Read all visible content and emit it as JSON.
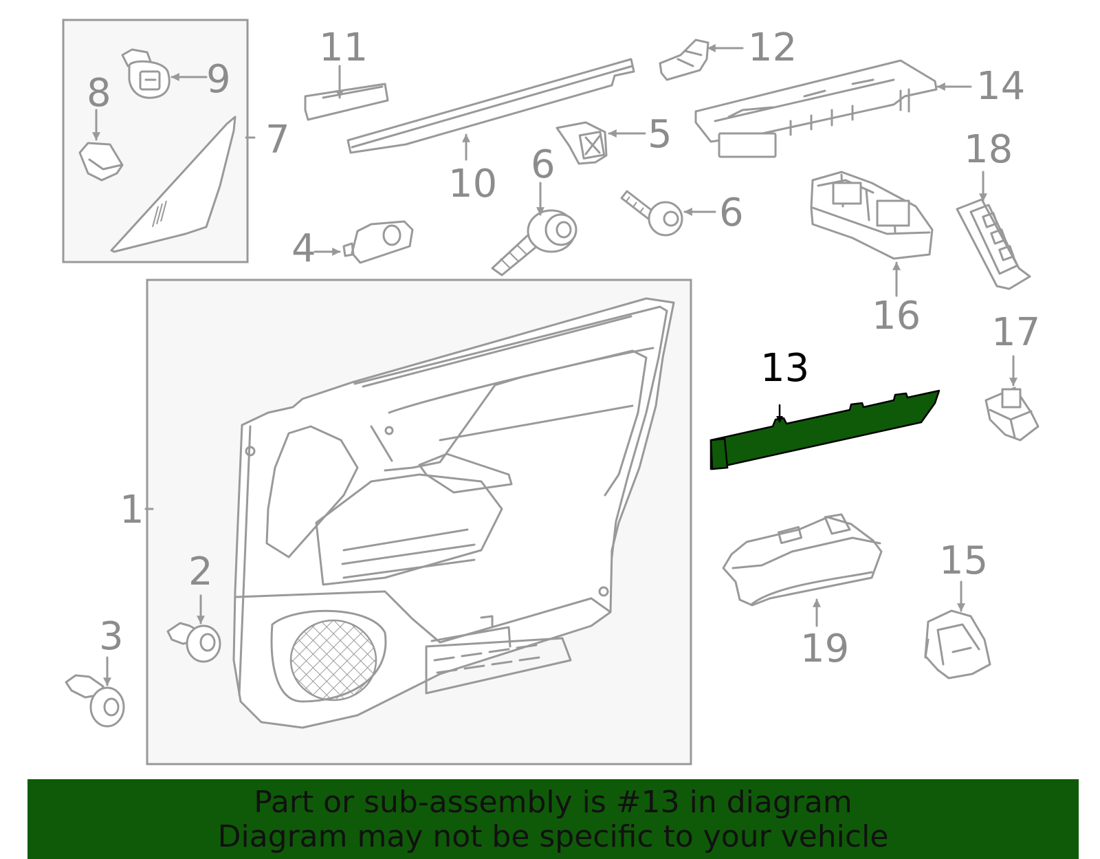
{
  "labels": {
    "c1": "1",
    "c2": "2",
    "c3": "3",
    "c4": "4",
    "c5": "5",
    "c6a": "6",
    "c6b": "6",
    "c7": "7",
    "c8": "8",
    "c9": "9",
    "c10": "10",
    "c11": "11",
    "c12": "12",
    "c13": "13",
    "c14": "14",
    "c15": "15",
    "c16": "16",
    "c17": "17",
    "c18": "18",
    "c19": "19"
  },
  "highlight": {
    "part": "13",
    "color": "#0f5a08"
  },
  "banner": {
    "line1": "Part or sub-assembly is #13 in diagram",
    "line2": "Diagram may not be specific to your vehicle",
    "background": "#0f5a08"
  }
}
